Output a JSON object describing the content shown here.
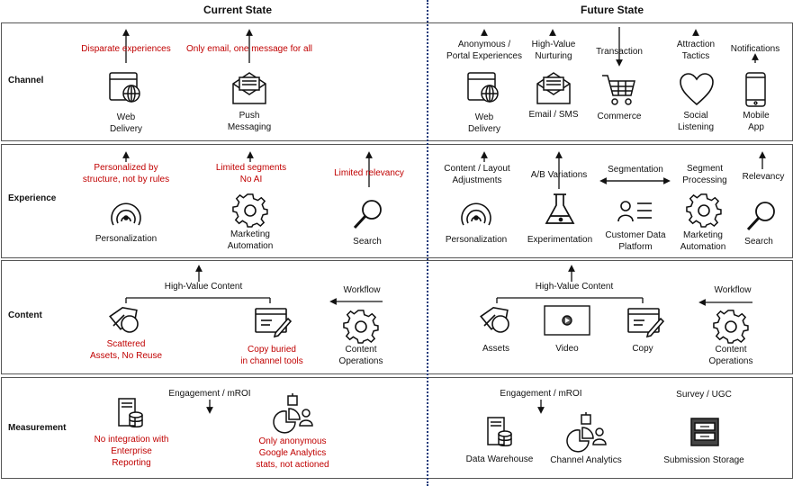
{
  "headers": {
    "current": "Current State",
    "future": "Future State"
  },
  "rows": {
    "channel": "Channel",
    "experience": "Experience",
    "content": "Content",
    "measurement": "Measurement"
  },
  "current": {
    "channel": {
      "disparate": "Disparate experiences",
      "only_email": "Only email, one message for all",
      "web_delivery": [
        "Web",
        "Delivery"
      ],
      "push_messaging": [
        "Push",
        "Messaging"
      ]
    },
    "experience": {
      "personalized_note": [
        "Personalized by",
        "structure, not by rules"
      ],
      "limited_segments": [
        "Limited segments",
        "No AI"
      ],
      "limited_relevancy": "Limited relevancy",
      "personalization": "Personalization",
      "marketing_automation": [
        "Marketing",
        "Automation"
      ],
      "search": "Search"
    },
    "content": {
      "high_value": "High-Value Content",
      "workflow": "Workflow",
      "scattered": [
        "Scattered",
        "Assets, No Reuse"
      ],
      "copy_buried": [
        "Copy buried",
        "in channel tools"
      ],
      "content_operations": [
        "Content",
        "Operations"
      ]
    },
    "measurement": {
      "engagement": "Engagement / mROI",
      "no_integration": [
        "No integration with",
        "Enterprise",
        "Reporting"
      ],
      "only_anonymous": [
        "Only anonymous",
        "Google Analytics",
        "stats, not actioned"
      ]
    }
  },
  "future": {
    "channel": {
      "anonymous": [
        "Anonymous /",
        "Portal Experiences"
      ],
      "high_value_nurturing": [
        "High-Value",
        "Nurturing"
      ],
      "transaction": "Transaction",
      "attraction": [
        "Attraction",
        "Tactics"
      ],
      "notifications": "Notifications",
      "web_delivery": [
        "Web",
        "Delivery"
      ],
      "email_sms": "Email / SMS",
      "commerce": "Commerce",
      "social_listening": [
        "Social",
        "Listening"
      ],
      "mobile_app": [
        "Mobile",
        "App"
      ]
    },
    "experience": {
      "content_layout": [
        "Content / Layout",
        "Adjustments"
      ],
      "ab_variations": "A/B Variations",
      "segmentation": "Segmentation",
      "segment_processing": [
        "Segment",
        "Processing"
      ],
      "relevancy": "Relevancy",
      "personalization": "Personalization",
      "experimentation": "Experimentation",
      "cdp": [
        "Customer Data",
        "Platform"
      ],
      "marketing_automation": [
        "Marketing",
        "Automation"
      ],
      "search": "Search"
    },
    "content": {
      "high_value": "High-Value Content",
      "workflow": "Workflow",
      "assets": "Assets",
      "video": "Video",
      "copy": "Copy",
      "content_operations": [
        "Content",
        "Operations"
      ]
    },
    "measurement": {
      "engagement": "Engagement / mROI",
      "survey": "Survey / UGC",
      "data_warehouse": "Data Warehouse",
      "channel_analytics": "Channel Analytics",
      "submission_storage": "Submission Storage"
    }
  },
  "colors": {
    "red": "#c00000",
    "divider": "#1f3a7a",
    "line": "#111111"
  }
}
